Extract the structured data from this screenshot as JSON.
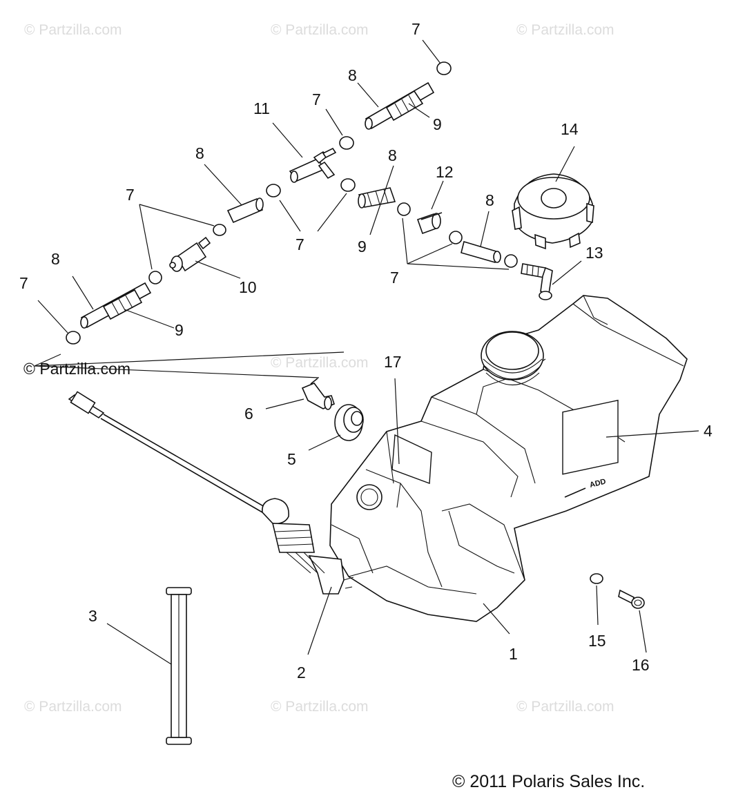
{
  "watermark": "© Partzilla.com",
  "copyright": "© 2011 Polaris Sales Inc.",
  "tank_label": "ADD",
  "callouts": {
    "c1": "1",
    "c2": "2",
    "c3": "3",
    "c4": "4",
    "c5": "5",
    "c6": "6",
    "c7a": "7",
    "c7b": "7",
    "c7c": "7",
    "c7d": "7",
    "c7e": "7",
    "c7f": "7",
    "c8a": "8",
    "c8b": "8",
    "c8c": "8",
    "c8d": "8",
    "c8e": "8",
    "c9a": "9",
    "c9b": "9",
    "c9c": "9",
    "c10": "10",
    "c11": "11",
    "c12": "12",
    "c13": "13",
    "c14": "14",
    "c15": "15",
    "c16": "16",
    "c17": "17"
  }
}
